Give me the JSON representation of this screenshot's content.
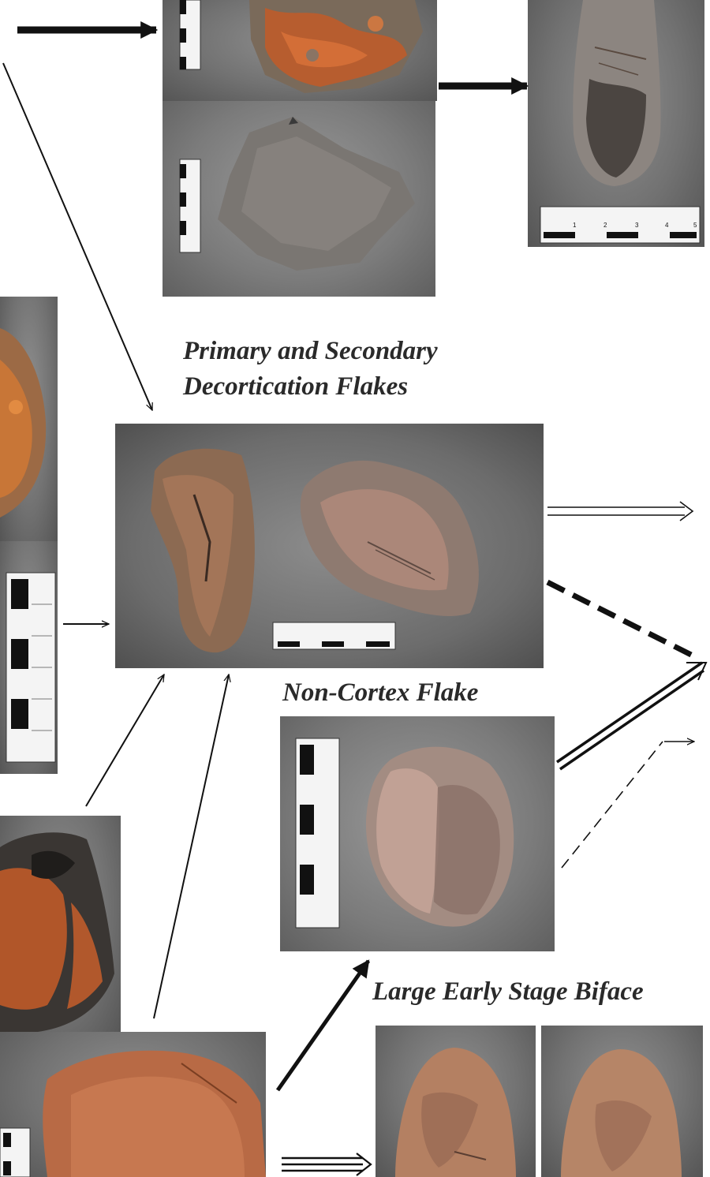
{
  "labels": {
    "primary_secondary_line1": "Primary and Secondary",
    "primary_secondary_line2": "Decortication Flakes",
    "non_cortex": "Non-Cortex Flake",
    "large_early_biface": "Large Early Stage Biface"
  },
  "colors": {
    "background": "#ffffff",
    "text": "#2a2a2a",
    "arrow": "#111111",
    "rust": "#c25a28",
    "stone_gray": "#7d7670",
    "stone_pink": "#b98a78"
  },
  "icons": {
    "photos": "artifact-photo",
    "arrows": "arrow-icon",
    "scale": "scale-bar-icon"
  }
}
